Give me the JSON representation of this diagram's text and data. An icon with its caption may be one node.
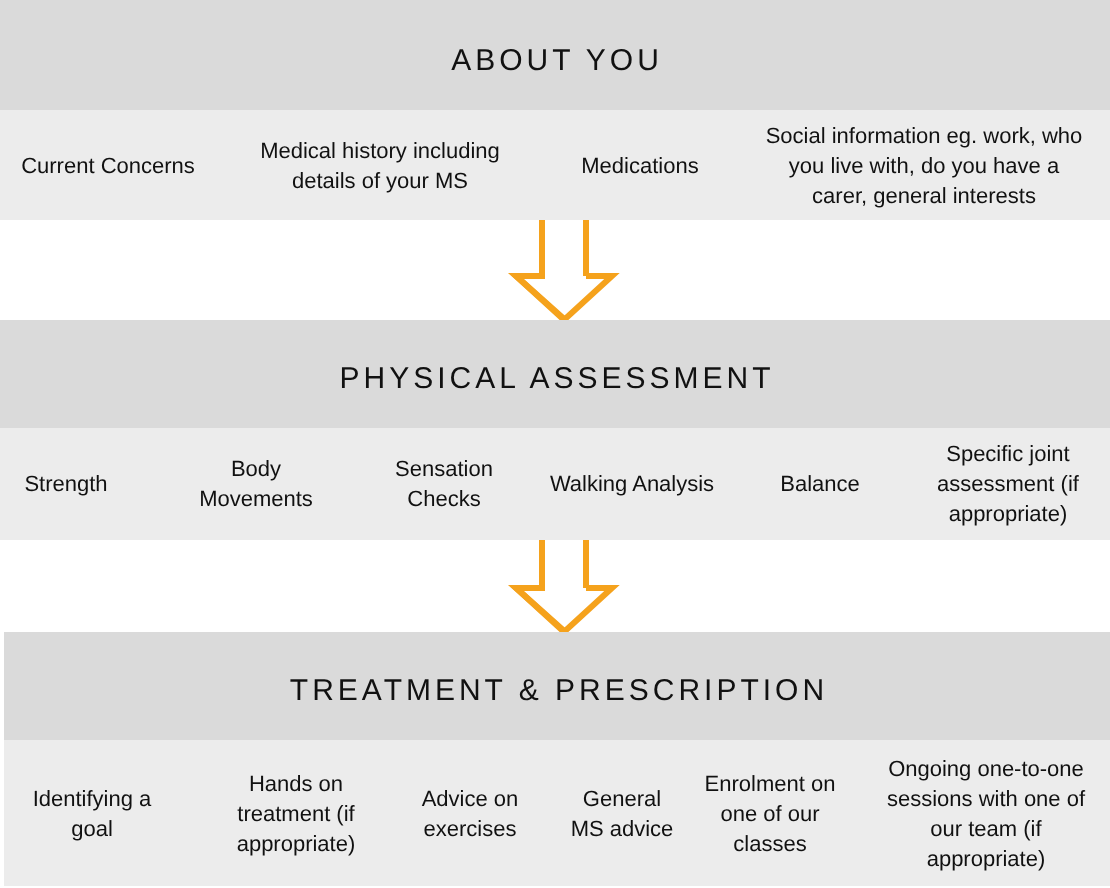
{
  "diagram": {
    "nodes": [
      {
        "text": [
          "ABOUT YOU"
        ]
      },
      {
        "text": [
          "Current Concerns",
          "Medical history including details of your MS",
          "Medications",
          "Social information eg. work, who you live with, do you have a carer, general interests"
        ]
      },
      {
        "text": [
          "PHYSICAL ASSESSMENT"
        ]
      },
      {
        "text": [
          "Strength",
          "Body Movements",
          "Sensation Checks",
          "Walking Analysis",
          "Balance",
          "Specific joint assessment (if appropriate)"
        ]
      },
      {
        "text": [
          "TREATMENT & PRESCRIPTION"
        ]
      },
      {
        "text": [
          "Identifying a goal",
          "Hands on treatment (if appropriate)",
          "Advice on exercises",
          "General MS advice",
          "Enrolment on one of our classes",
          "Ongoing one-to-one sessions with one of our team (if appropriate)"
        ]
      }
    ],
    "edges": [
      {
        "from": 1,
        "to": 2,
        "arrow": "to"
      },
      {
        "from": 3,
        "to": 4,
        "arrow": "to"
      }
    ]
  }
}
